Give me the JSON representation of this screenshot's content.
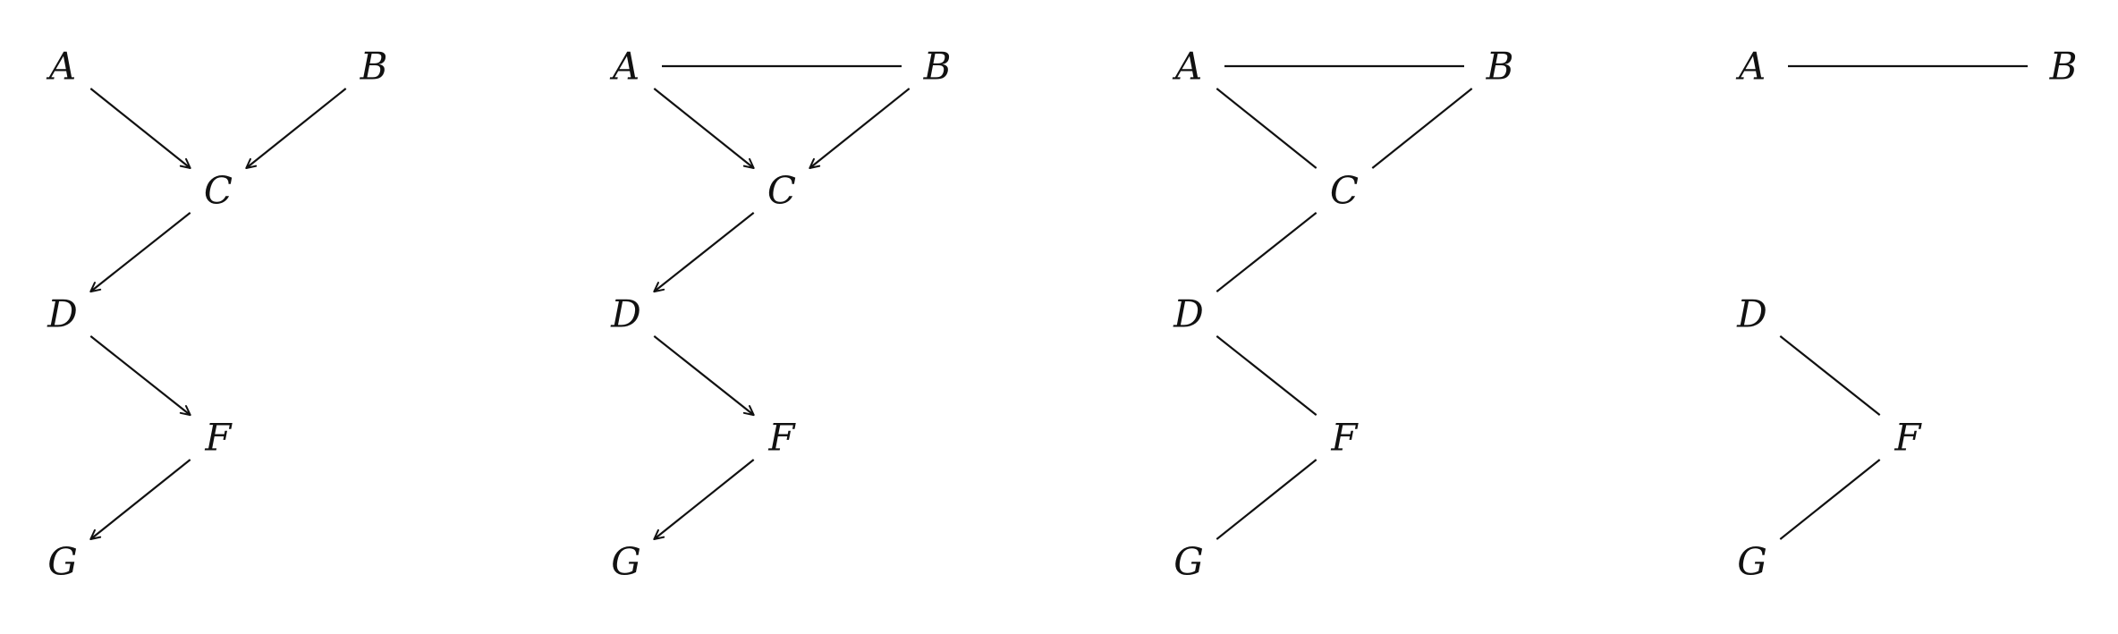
{
  "colors": {
    "stroke": "#111111",
    "background": "#ffffff"
  },
  "graphs": [
    {
      "nodes": [
        {
          "id": "A",
          "label": "A"
        },
        {
          "id": "B",
          "label": "B"
        },
        {
          "id": "C",
          "label": "C"
        },
        {
          "id": "D",
          "label": "D"
        },
        {
          "id": "F",
          "label": "F"
        },
        {
          "id": "G",
          "label": "G"
        }
      ],
      "edges": [
        {
          "from": "A",
          "to": "C",
          "directed": true
        },
        {
          "from": "B",
          "to": "C",
          "directed": true
        },
        {
          "from": "C",
          "to": "D",
          "directed": true
        },
        {
          "from": "D",
          "to": "F",
          "directed": true
        },
        {
          "from": "F",
          "to": "G",
          "directed": true
        }
      ]
    },
    {
      "nodes": [
        {
          "id": "A",
          "label": "A"
        },
        {
          "id": "B",
          "label": "B"
        },
        {
          "id": "C",
          "label": "C"
        },
        {
          "id": "D",
          "label": "D"
        },
        {
          "id": "F",
          "label": "F"
        },
        {
          "id": "G",
          "label": "G"
        }
      ],
      "edges": [
        {
          "from": "A",
          "to": "B",
          "directed": false
        },
        {
          "from": "A",
          "to": "C",
          "directed": true
        },
        {
          "from": "B",
          "to": "C",
          "directed": true
        },
        {
          "from": "C",
          "to": "D",
          "directed": true
        },
        {
          "from": "D",
          "to": "F",
          "directed": true
        },
        {
          "from": "F",
          "to": "G",
          "directed": true
        }
      ]
    },
    {
      "nodes": [
        {
          "id": "A",
          "label": "A"
        },
        {
          "id": "B",
          "label": "B"
        },
        {
          "id": "C",
          "label": "C"
        },
        {
          "id": "D",
          "label": "D"
        },
        {
          "id": "F",
          "label": "F"
        },
        {
          "id": "G",
          "label": "G"
        }
      ],
      "edges": [
        {
          "from": "A",
          "to": "B",
          "directed": false
        },
        {
          "from": "A",
          "to": "C",
          "directed": false
        },
        {
          "from": "B",
          "to": "C",
          "directed": false
        },
        {
          "from": "C",
          "to": "D",
          "directed": false
        },
        {
          "from": "D",
          "to": "F",
          "directed": false
        },
        {
          "from": "F",
          "to": "G",
          "directed": false
        }
      ]
    },
    {
      "nodes": [
        {
          "id": "A",
          "label": "A"
        },
        {
          "id": "B",
          "label": "B"
        },
        {
          "id": "D",
          "label": "D"
        },
        {
          "id": "F",
          "label": "F"
        },
        {
          "id": "G",
          "label": "G"
        }
      ],
      "edges": [
        {
          "from": "A",
          "to": "B",
          "directed": false
        },
        {
          "from": "D",
          "to": "F",
          "directed": false
        },
        {
          "from": "F",
          "to": "G",
          "directed": false
        }
      ]
    }
  ]
}
